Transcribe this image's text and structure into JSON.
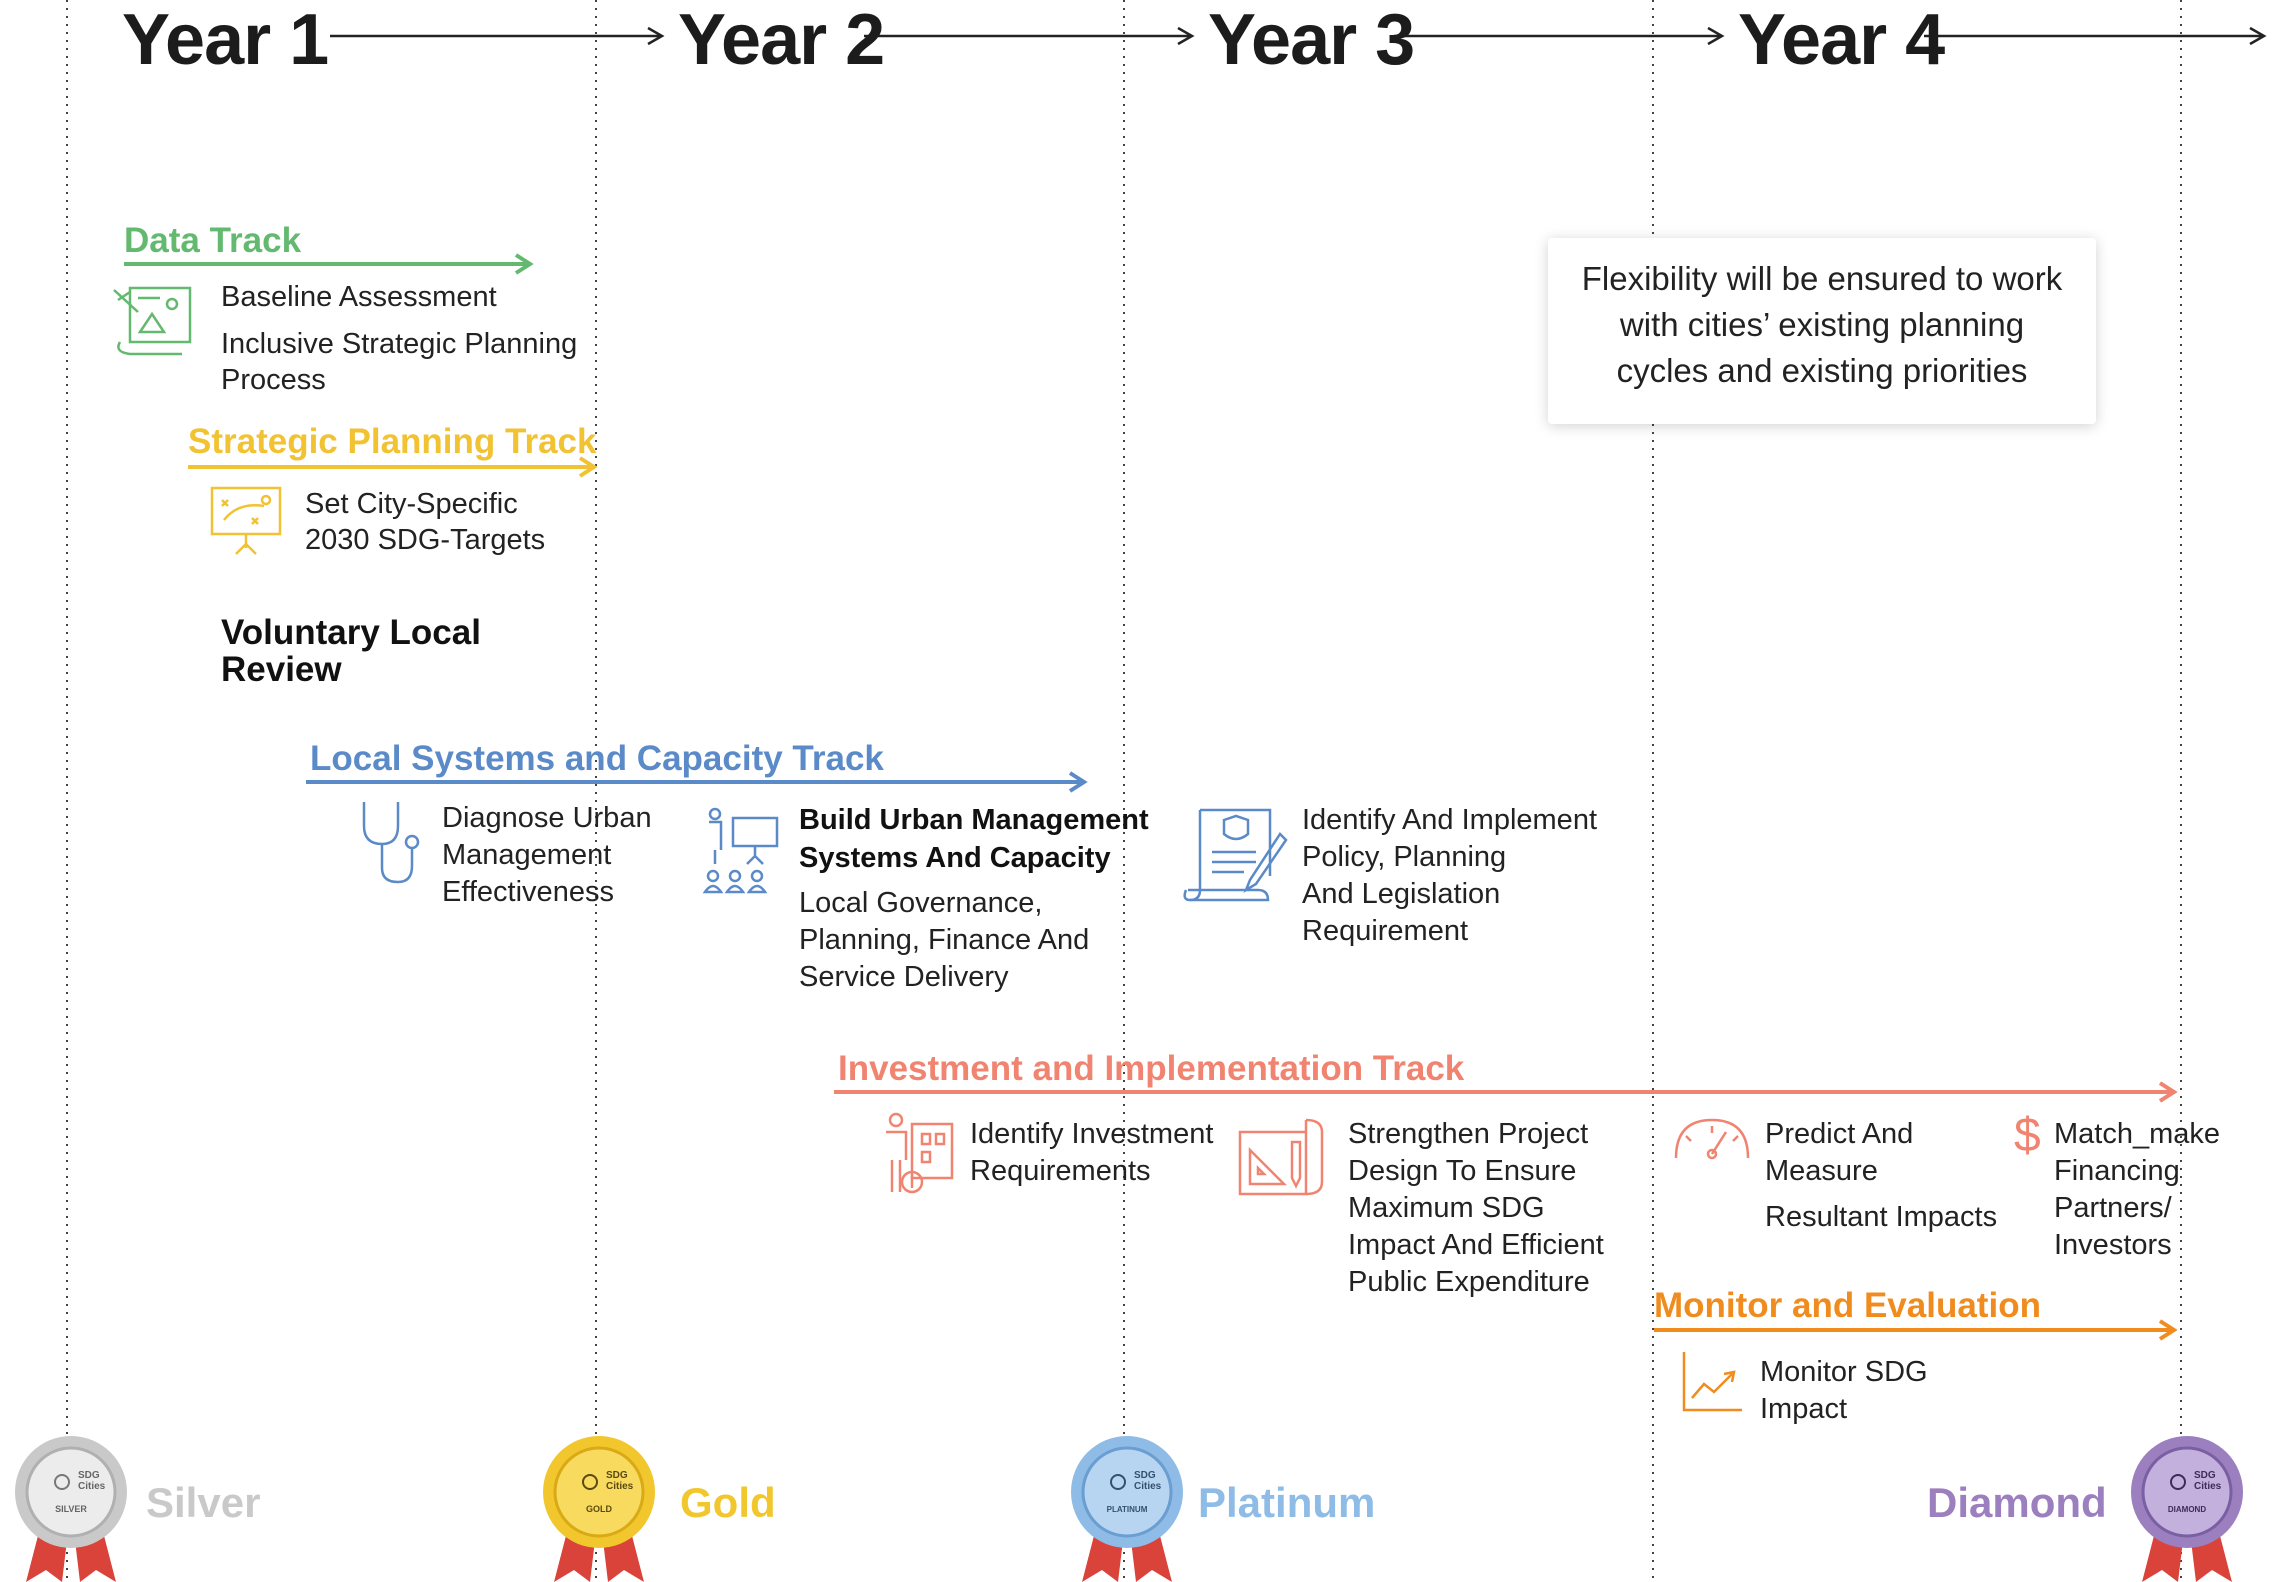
{
  "years": [
    "Year 1",
    "Year 2",
    "Year 3",
    "Year 4"
  ],
  "note": [
    "Flexibility will be ensured to work",
    "with cities’ existing planning",
    "cycles and existing priorities"
  ],
  "colors": {
    "data": "#63b96f",
    "strategic": "#f1c232",
    "local": "#5b8ac8",
    "investment": "#f08470",
    "monitor": "#f08c1e",
    "silver": "#c9c9c9",
    "gold": "#f2c72e",
    "platinum": "#8fbce6",
    "diamond": "#9b7fbf",
    "ribbon": "#d9433a"
  },
  "tracks": {
    "data": {
      "title": "Data Track",
      "icon": "map-document-icon",
      "items": [
        "Baseline Assessment",
        "Inclusive Strategic Planning",
        "Process"
      ]
    },
    "strategic": {
      "title": "Strategic Planning Track",
      "icon": "strategy-board-icon",
      "items": [
        "Set City-Specific",
        "2030 SDG-Targets"
      ]
    },
    "vlr": [
      "Voluntary Local",
      "Review"
    ],
    "local": {
      "title": "Local Systems and Capacity Track",
      "diagnose": {
        "icon": "stethoscope-icon",
        "lines": [
          "Diagnose Urban",
          "Management",
          "Effectiveness"
        ]
      },
      "build": {
        "icon": "training-icon",
        "bold_lines": [
          "Build Urban Management",
          "Systems And Capacity"
        ],
        "lines": [
          "Local Governance,",
          "Planning, Finance And",
          "Service Delivery"
        ]
      },
      "policy": {
        "icon": "policy-document-icon",
        "lines": [
          "Identify And Implement",
          "Policy, Planning",
          "And Legislation",
          "Requirement"
        ]
      }
    },
    "investment": {
      "title": "Investment and Implementation Track",
      "identify": {
        "icon": "investment-building-icon",
        "lines": [
          "Identify Investment",
          "Requirements"
        ]
      },
      "strengthen": {
        "icon": "blueprint-icon",
        "lines": [
          "Strengthen Project",
          "Design To Ensure",
          "Maximum SDG",
          "Impact And Efficient",
          "Public Expenditure"
        ]
      },
      "predict": {
        "icon": "gauge-icon",
        "lines": [
          "Predict And",
          "Measure"
        ],
        "extra": "Resultant Impacts"
      },
      "match": {
        "icon": "dollar-icon",
        "symbol": "$",
        "lines": [
          "Match_make",
          "Financing",
          "Partners/",
          "Investors"
        ]
      }
    },
    "monitor": {
      "title": "Monitor and Evaluation",
      "icon": "trend-chart-icon",
      "lines": [
        "Monitor SDG",
        "Impact"
      ]
    }
  },
  "medals": {
    "silver": {
      "label": "Silver",
      "badge": [
        "SDG",
        "Cities",
        "SILVER"
      ]
    },
    "gold": {
      "label": "Gold",
      "badge": [
        "SDG",
        "Cities",
        "GOLD"
      ]
    },
    "platinum": {
      "label": "Platinum",
      "badge": [
        "SDG",
        "Cities",
        "PLATINUM"
      ]
    },
    "diamond": {
      "label": "Diamond",
      "badge": [
        "SDG",
        "Cities",
        "DIAMOND"
      ]
    }
  }
}
